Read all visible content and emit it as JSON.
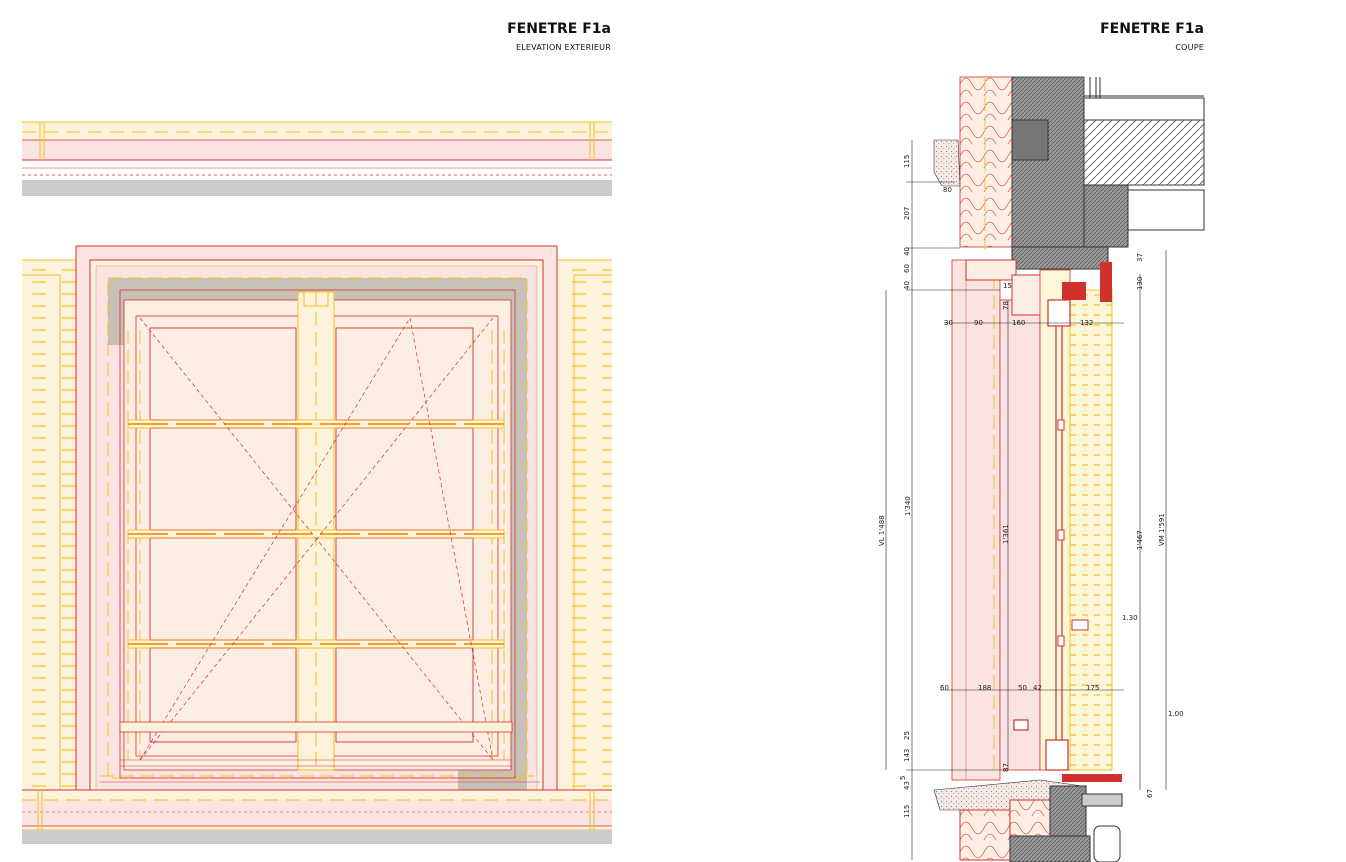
{
  "elevation": {
    "title": "FENETRE F1a",
    "subtitle": "ELEVATION EXTERIEUR"
  },
  "section": {
    "title": "FENETRE F1a",
    "subtitle": "COUPE",
    "dimensions": {
      "d115_top": "115",
      "d80": "80",
      "d207": "207",
      "d40": "40",
      "d60a": "60",
      "d40b": "40",
      "d37": "37",
      "d130": "130",
      "d78": "78",
      "d15": "15",
      "d30": "30",
      "d90": "90",
      "d160": "160",
      "d132": "132",
      "vl": "VL 1'488",
      "d1340": "1'340",
      "d1361": "1'361",
      "d1467": "1'467",
      "vm": "VM 1'591",
      "lvl130": "1.30",
      "lvl100": "1.00",
      "d60b": "60",
      "d188": "188",
      "d50": "50",
      "d42": "42",
      "d175": "175",
      "d25": "25",
      "d143": "143",
      "d87": "87",
      "d5": "5",
      "d43": "43",
      "d67": "67",
      "d115_bot": "115"
    }
  },
  "colors": {
    "red": "#d0312d",
    "yellow": "#f4c21f",
    "pink": "#fbe3e1",
    "cream": "#fdf3dd",
    "grey": "#b8b4a6",
    "concrete": "#8a8a8a"
  }
}
